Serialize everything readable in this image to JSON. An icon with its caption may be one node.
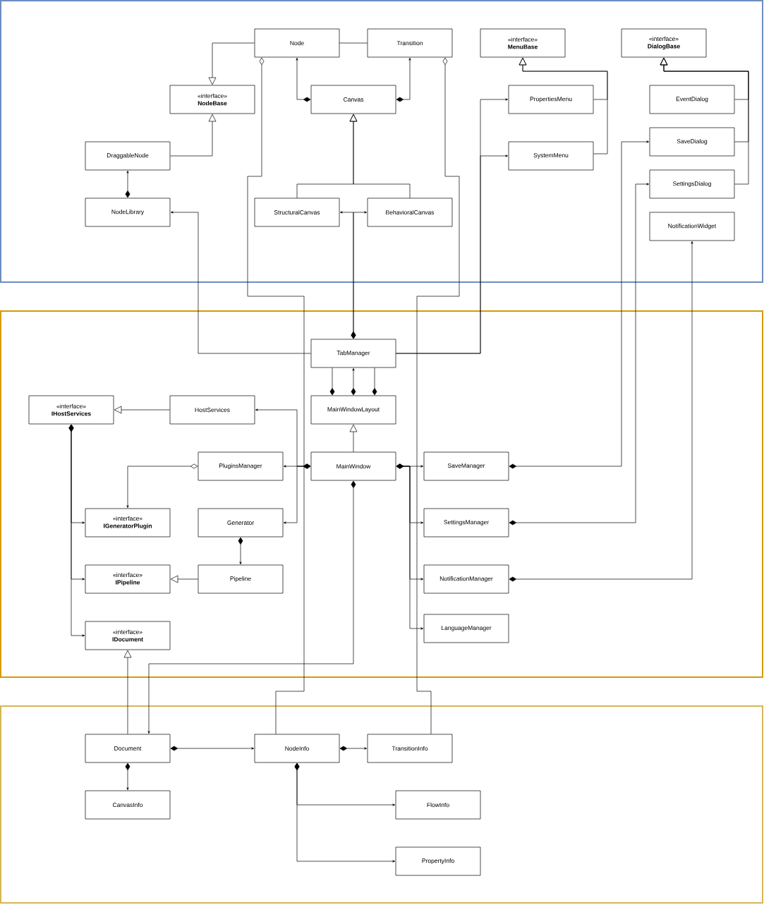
{
  "diagram": {
    "nodes": [
      {
        "text": [],
        "shape": "box"
      },
      {
        "text": [
          "Node"
        ],
        "in": 0
      },
      {
        "text": [
          "Transition"
        ],
        "in": 0
      },
      {
        "text": [
          "«interface»",
          "MenuBase"
        ],
        "in": 0
      },
      {
        "text": [
          "«interface»",
          "DialogBase"
        ],
        "in": 0
      },
      {
        "text": [
          "«interface»",
          "NodeBase"
        ],
        "in": 0
      },
      {
        "text": [
          "Canvas"
        ],
        "in": 0
      },
      {
        "text": [
          "PropertiesMenu"
        ],
        "in": 0
      },
      {
        "text": [
          "EventDialog"
        ],
        "in": 0
      },
      {
        "text": [
          "DraggableNode"
        ],
        "in": 0
      },
      {
        "text": [
          "SaveDialog"
        ],
        "in": 0
      },
      {
        "text": [
          "SystemMenu"
        ],
        "in": 0
      },
      {
        "text": [
          "SettingsDialog"
        ],
        "in": 0
      },
      {
        "text": [
          "NodeLibrary"
        ],
        "in": 0
      },
      {
        "text": [
          "StructuralCanvas"
        ],
        "in": 0
      },
      {
        "text": [
          "BehavioralCanvas"
        ],
        "in": 0
      },
      {
        "text": [
          "NotificationWidget"
        ],
        "in": 0
      },
      {
        "text": [],
        "shape": "box"
      },
      {
        "text": [
          "TabManager"
        ],
        "in": 17
      },
      {
        "text": [
          "«interface»",
          "IHostServices"
        ],
        "in": 17
      },
      {
        "text": [
          "HostServices"
        ],
        "in": 17
      },
      {
        "text": [
          "MainWindowLayout"
        ],
        "in": 17
      },
      {
        "text": [
          "PluginsManager"
        ],
        "in": 17
      },
      {
        "text": [
          "MainWindow"
        ],
        "in": 17
      },
      {
        "text": [
          "SaveManager"
        ],
        "in": 17
      },
      {
        "text": [
          "«interface»",
          "IGeneratorPlugin"
        ],
        "in": 17
      },
      {
        "text": [
          "Generator"
        ],
        "in": 17
      },
      {
        "text": [
          "SettingsManager"
        ],
        "in": 17
      },
      {
        "text": [
          "«interface»",
          "IPipeline"
        ],
        "in": 17
      },
      {
        "text": [
          "Pipeline"
        ],
        "in": 17
      },
      {
        "text": [
          "NotificationManager"
        ],
        "in": 17
      },
      {
        "text": [
          "«interface»",
          "IDocument"
        ],
        "in": 17
      },
      {
        "text": [
          "LanguageManager"
        ],
        "in": 17
      },
      {
        "text": [],
        "shape": "box"
      },
      {
        "text": [
          "Document"
        ],
        "in": 33
      },
      {
        "text": [
          "NodeInfo"
        ],
        "in": 33
      },
      {
        "text": [
          "TransitionInfo"
        ],
        "in": 33
      },
      {
        "text": [
          "CanvasInfo"
        ],
        "in": 33
      },
      {
        "text": [
          "FlowInfo"
        ],
        "in": 33
      },
      {
        "text": [
          "PropertyInfo"
        ],
        "in": 33
      }
    ],
    "edges": [
      {
        "from": 1,
        "to": 5,
        "arrow": "to"
      },
      {
        "from": 1,
        "to": 2,
        "arrow": "none"
      },
      {
        "from": 6,
        "to": 1,
        "arrow": "to"
      },
      {
        "from": 6,
        "to": 2,
        "arrow": "to"
      },
      {
        "from": 35,
        "to": 1,
        "arrow": "other"
      },
      {
        "from": 36,
        "to": 2,
        "arrow": "other"
      },
      {
        "from": 9,
        "to": 5,
        "arrow": "to"
      },
      {
        "from": 13,
        "to": 9,
        "arrow": "to"
      },
      {
        "from": 14,
        "to": 6,
        "arrow": "to"
      },
      {
        "from": 15,
        "to": 6,
        "arrow": "to"
      },
      {
        "from": 18,
        "to": 14,
        "arrow": "to"
      },
      {
        "from": 18,
        "to": 15,
        "arrow": "to"
      },
      {
        "from": 18,
        "to": 13,
        "arrow": "to"
      },
      {
        "from": 18,
        "to": 7,
        "arrow": "to"
      },
      {
        "from": 18,
        "to": 11,
        "arrow": "to"
      },
      {
        "from": 7,
        "to": 3,
        "arrow": "to"
      },
      {
        "from": 11,
        "to": 3,
        "arrow": "to"
      },
      {
        "from": 8,
        "to": 4,
        "arrow": "to"
      },
      {
        "from": 10,
        "to": 4,
        "arrow": "to"
      },
      {
        "from": 12,
        "to": 4,
        "arrow": "to"
      },
      {
        "from": 21,
        "to": 18,
        "arrow": "other"
      },
      {
        "from": 21,
        "to": 18,
        "arrow": "to"
      },
      {
        "from": 21,
        "to": 18,
        "arrow": "other"
      },
      {
        "from": 23,
        "to": 21,
        "arrow": "to"
      },
      {
        "from": 20,
        "to": 19,
        "arrow": "to"
      },
      {
        "from": 23,
        "to": 22,
        "arrow": "to"
      },
      {
        "from": 23,
        "to": 20,
        "arrow": "to"
      },
      {
        "from": 23,
        "to": 26,
        "arrow": "to"
      },
      {
        "from": 22,
        "to": 25,
        "arrow": "to"
      },
      {
        "from": 26,
        "to": 29,
        "arrow": "to"
      },
      {
        "from": 29,
        "to": 28,
        "arrow": "to"
      },
      {
        "from": 19,
        "to": 25,
        "arrow": "to"
      },
      {
        "from": 19,
        "to": 28,
        "arrow": "to"
      },
      {
        "from": 19,
        "to": 31,
        "arrow": "to"
      },
      {
        "from": 34,
        "to": 31,
        "arrow": "to"
      },
      {
        "from": 23,
        "to": 34,
        "arrow": "to"
      },
      {
        "from": 23,
        "to": 24,
        "arrow": "to"
      },
      {
        "from": 23,
        "to": 27,
        "arrow": "to"
      },
      {
        "from": 23,
        "to": 30,
        "arrow": "to"
      },
      {
        "from": 23,
        "to": 32,
        "arrow": "to"
      },
      {
        "from": 24,
        "to": 10,
        "arrow": "to"
      },
      {
        "from": 27,
        "to": 12,
        "arrow": "to"
      },
      {
        "from": 30,
        "to": 16,
        "arrow": "to"
      },
      {
        "from": 34,
        "to": 35,
        "arrow": "to"
      },
      {
        "from": 35,
        "to": 36,
        "arrow": "to"
      },
      {
        "from": 34,
        "to": 37,
        "arrow": "to"
      },
      {
        "from": 35,
        "to": 38,
        "arrow": "to"
      },
      {
        "from": 35,
        "to": 39,
        "arrow": "to"
      }
    ]
  }
}
